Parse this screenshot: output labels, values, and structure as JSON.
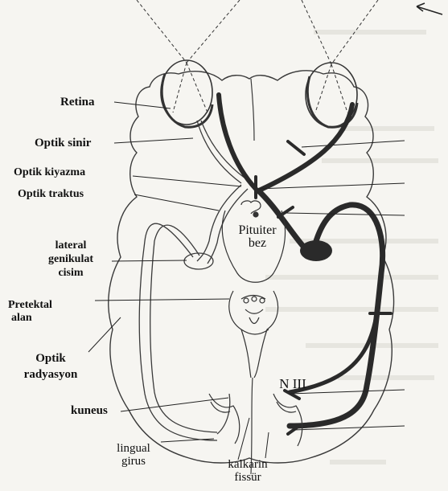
{
  "labels": {
    "retina": "Retina",
    "optic_nerve": "Optik sinir",
    "optic_chiasm": "Optik kiyazma",
    "optic_tract": "Optik traktus",
    "lgn_1": "lateral",
    "lgn_2": "genikulat",
    "lgn_3": "cisim",
    "pretectal_1": "Pretektal",
    "pretectal_2": "alan",
    "radiation_1": "Optik",
    "radiation_2": "radyasyon",
    "cuneus": "kuneus",
    "lingual_1": "lingual",
    "lingual_2": "girus",
    "calcarine_1": "kalkarin",
    "calcarine_2": "fissür",
    "pituitary_1": "Pituiter",
    "pituitary_2": "bez",
    "cranial_nerve": "N III"
  },
  "colors": {
    "pathway": "#2a2a2a",
    "outline": "#3a3a3a",
    "background": "#f6f5f1"
  }
}
